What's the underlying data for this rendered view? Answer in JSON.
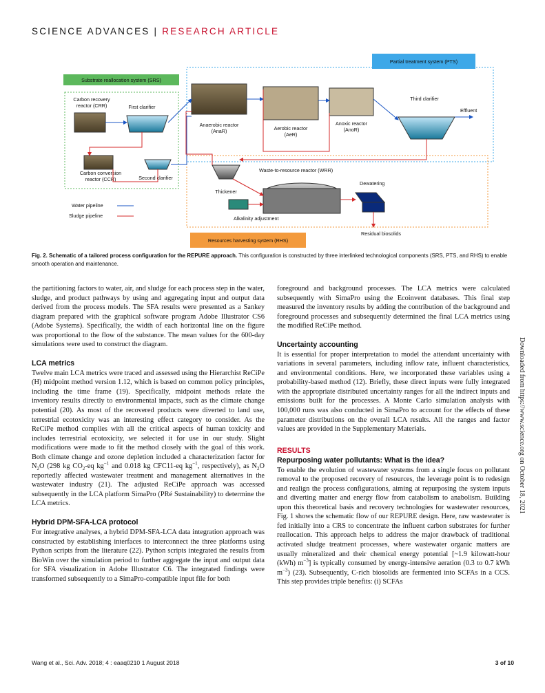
{
  "header": {
    "journal": "SCIENCE ADVANCES",
    "separator": "|",
    "section": "RESEARCH ARTICLE"
  },
  "figure": {
    "pts_title": "Partial treatment system (PTS)",
    "srs_title": "Substrate reallocation system (SRS)",
    "rhs_title": "Resources harvesting system (RHS)",
    "crr": "Carbon recovery",
    "crr2": "reactor (CRR)",
    "first_clarifier": "First clarifier",
    "anaerobic": "Anaerobic reactor",
    "anaerobic2": "(AnaR)",
    "aerobic": "Aerobic reactor",
    "aerobic2": "(AeR)",
    "anoxic": "Anoxic reactor",
    "anoxic2": "(AnoR)",
    "third_clarifier": "Third clarifier",
    "effluent": "Effluent",
    "ccr": "Carbon conversion",
    "ccr2": "reactor (CCR)",
    "second_clarifier": "Second clarifier",
    "wrr": "Waste-to-resource reactor (WRR)",
    "thickener": "Thickener",
    "dewatering": "Dewatering",
    "alkalinity": "Alkalinity adjustment",
    "water_pipeline": "Water pipeline",
    "sludge_pipeline": "Sludge pipeline",
    "residual": "Residual biosolids"
  },
  "caption": {
    "label": "Fig. 2. Schematic of a tailored process configuration for the REPURE approach.",
    "text": " This configuration is constructed by three interlinked technological components (SRS, PTS, and RHS) to enable smooth operation and maintenance."
  },
  "left_col": {
    "p1": "the partitioning factors to water, air, and sludge for each process step in the water, sludge, and product pathways by using and aggregating input and output data derived from the process models. The SFA results were presented as a Sankey diagram prepared with the graphical software program Adobe Illustrator CS6 (Adobe Systems). Specifically, the width of each horizontal line on the figure was proportional to the flow of the substance. The mean values for the 600-day simulations were used to construct the diagram.",
    "h_lca": "LCA metrics",
    "p2a": "Twelve main LCA metrics were traced and assessed using the Hierarchist ReCiPe (H) midpoint method version 1.12, which is based on common policy principles, including the time frame (19). Specifically, midpoint methods relate the inventory results directly to environmental impacts, such as the climate change potential (20). As most of the recovered products were diverted to land use, terrestrial ecotoxicity was an interesting effect category to consider. As the ReCiPe method complies with all the critical aspects of human toxicity and includes terrestrial ecotoxicity, we selected it for use in our study. Slight modifications were made to fit the method closely with the goal of this work. Both climate change and ozone depletion included a characterization factor for N",
    "p2b": "O (298 kg CO",
    "p2c": "-eq kg",
    "p2d": " and 0.018 kg CFC11-eq kg",
    "p2e": ", respectively), as N",
    "p2f": "O reportedly affected wastewater treatment and management alternatives in the wastewater industry (21). The adjusted ReCiPe approach was accessed subsequently in the LCA platform SimaPro (PRé Sustainability) to determine the LCA metrics.",
    "h_hybrid": "Hybrid DPM-SFA-LCA protocol",
    "p3": "For integrative analyses, a hybrid DPM-SFA-LCA data integration approach was constructed by establishing interfaces to interconnect the three platforms using Python scripts from the literature (22). Python scripts integrated the results from BioWin over the simulation period to further aggregate the input and output data for SFA visualization in Adobe Illustrator C6. The integrated findings were transformed subsequently to a SimaPro-compatible input file for both"
  },
  "right_col": {
    "p1": "foreground and background processes. The LCA metrics were calculated subsequently with SimaPro using the Ecoinvent databases. This final step measured the inventory results by adding the contribution of the background and foreground processes and subsequently determined the final LCA metrics using the modified ReCiPe method.",
    "h_unc": "Uncertainty accounting",
    "p2": "It is essential for proper interpretation to model the attendant uncertainty with variations in several parameters, including inflow rate, influent characteristics, and environmental conditions. Here, we incorporated these variables using a probability-based method (12). Briefly, these direct inputs were fully integrated with the appropriate distributed uncertainty ranges for all the indirect inputs and emissions built for the processes. A Monte Carlo simulation analysis with 100,000 runs was also conducted in SimaPro to account for the effects of these parameter distributions on the overall LCA results. All the ranges and factor values are provided in the Supplementary Materials.",
    "h_results": "RESULTS",
    "h_repurpose": "Repurposing water pollutants: What is the idea?",
    "p3a": "To enable the evolution of wastewater systems from a single focus on pollutant removal to the proposed recovery of resources, the leverage point is to redesign and realign the process configurations, aiming at repurposing the system inputs and diverting matter and energy flow from catabolism to anabolism. Building upon this theoretical basis and recovery technologies for wastewater resources, Fig. 1 shows the schematic flow of our REPURE design. Here, raw wastewater is fed initially into a CRS to concentrate the influent carbon substrates for further reallocation. This approach helps to address the major drawback of traditional activated sludge treatment processes, where wastewater organic matters are usually mineralized and their chemical energy potential [~1.9 kilowatt-hour (kWh) m",
    "p3b": "] is typically consumed by energy-intensive aeration (0.3 to 0.7 kWh m",
    "p3c": ") (23). Subsequently, C-rich biosolids are fermented into SCFAs in a CCS. This step provides triple benefits: (i) SCFAs"
  },
  "sup": {
    "minus1": "−1",
    "minus3": "−3",
    "two": "2"
  },
  "sidebar": "Downloaded from https://www.science.org on October 18, 2021",
  "footer": {
    "left": "Wang et al., Sci. Adv. 2018; 4 : eaaq0210     1 August 2018",
    "right": "3 of 10"
  },
  "colors": {
    "accent": "#c8102e",
    "water": "#1a56c4",
    "sludge": "#d42a2a",
    "srs": "#5cb85c",
    "pts": "#3ea8e8",
    "rhs": "#f39a3c"
  }
}
